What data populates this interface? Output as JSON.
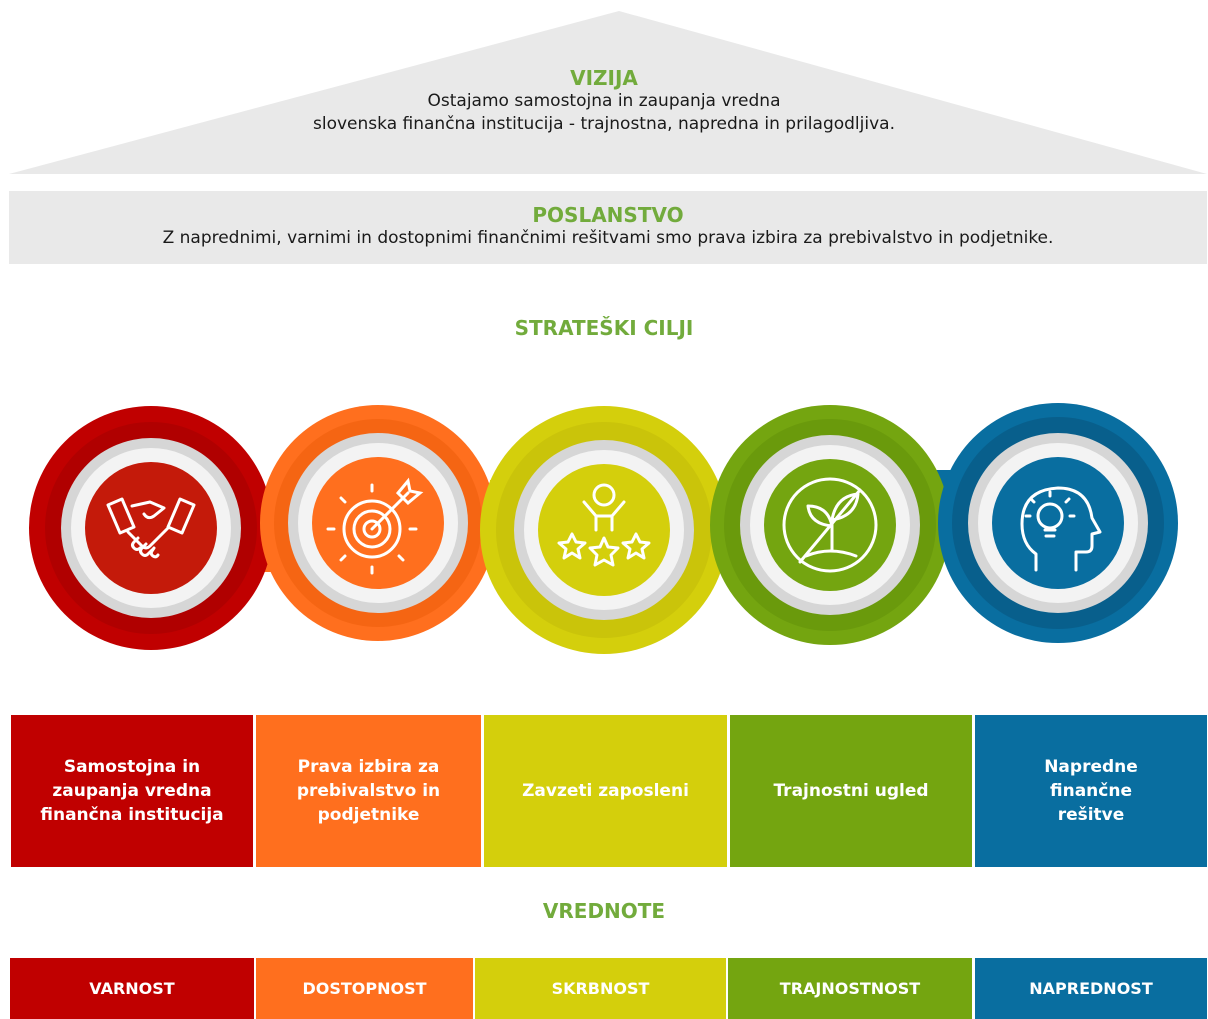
{
  "vision": {
    "title": "VIZIJA",
    "line1": "Ostajamo samostojna in zaupanja vredna",
    "line2": "slovenska finančna institucija - trajnostna, napredna in prilagodljiva."
  },
  "mission": {
    "title": "POSLANSTVO",
    "text": "Z naprednimi, varnimi in dostopnimi finančnimi rešitvami smo prava izbira za prebivalstvo in podjetnike."
  },
  "strategic_goals": {
    "title": "STRATEŠKI CILJI",
    "items": [
      {
        "label": "Samostojna in zaupanja vredna finančna institucija",
        "icon": "handshake-icon",
        "color": "#c00000"
      },
      {
        "label": "Prava izbira za prebivalstvo in podjetnike",
        "icon": "target-icon",
        "color": "#ff6f1e"
      },
      {
        "label": "Zavzeti zaposleni",
        "icon": "person-stars-icon",
        "color": "#d4cf0c"
      },
      {
        "label": "Trajnostni ugled",
        "icon": "sprout-icon",
        "color": "#74a510"
      },
      {
        "label": "Napredne finančne rešitve",
        "icon": "head-lightbulb-icon",
        "color": "#096ea0"
      }
    ]
  },
  "values": {
    "title": "VREDNOTE",
    "items": [
      {
        "label": "VARNOST",
        "color": "#c00000"
      },
      {
        "label": "DOSTOPNOST",
        "color": "#ff6f1e"
      },
      {
        "label": "SKRBNOST",
        "color": "#d4cf0c"
      },
      {
        "label": "TRAJNOSTNOST",
        "color": "#74a510"
      },
      {
        "label": "NAPREDNOST",
        "color": "#096ea0"
      }
    ]
  }
}
